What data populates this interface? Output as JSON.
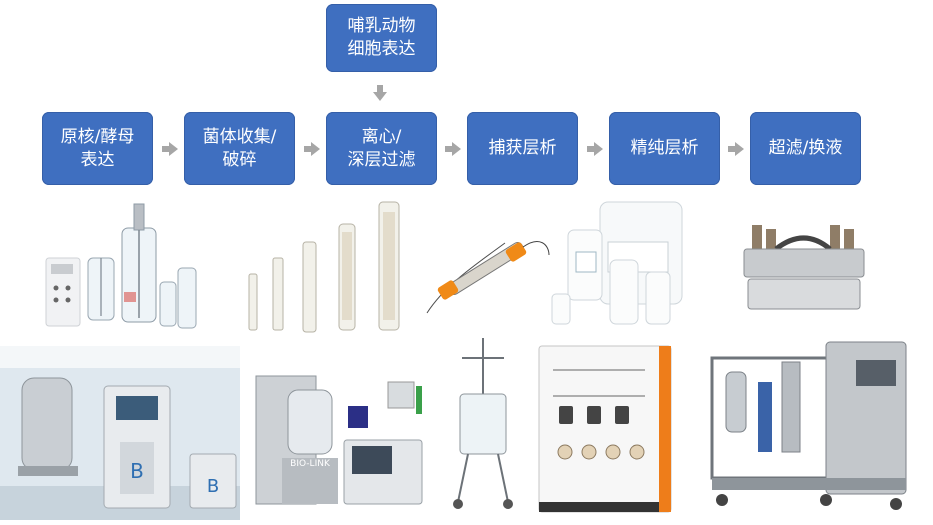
{
  "top_box": {
    "label": "哺乳动物\n细胞表达"
  },
  "steps": [
    {
      "label": "原核/酵母\n表达"
    },
    {
      "label": "菌体收集/\n破碎"
    },
    {
      "label": "离心/\n深层过滤"
    },
    {
      "label": "捕获层析"
    },
    {
      "label": "精纯层析"
    },
    {
      "label": "超滤/换液"
    }
  ],
  "equipment_logo_text": "BIO-LINK",
  "colors": {
    "box": "#3f6fc0",
    "arrow": "#a6a6a6"
  }
}
